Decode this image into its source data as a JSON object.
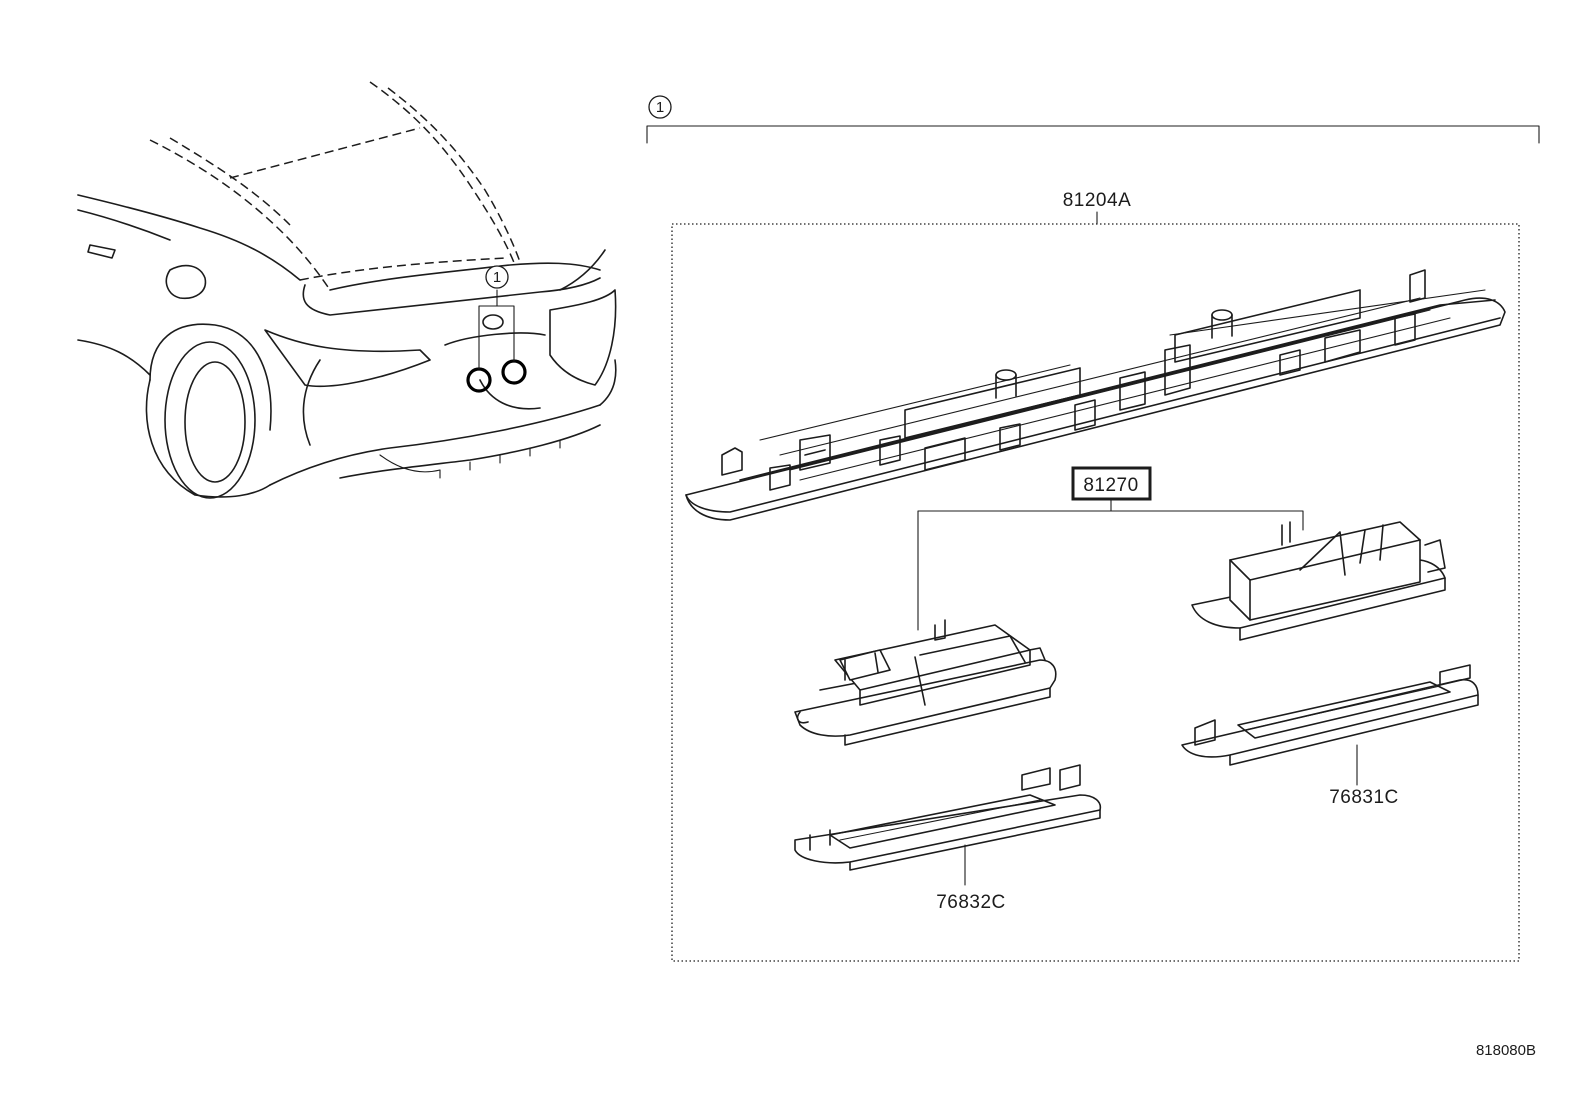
{
  "callout_symbol": "1",
  "parts": {
    "p81204a": "81204A",
    "p81270": "81270",
    "p76831c": "76831C",
    "p76832c": "76832C"
  },
  "drawing_code": "818080B"
}
